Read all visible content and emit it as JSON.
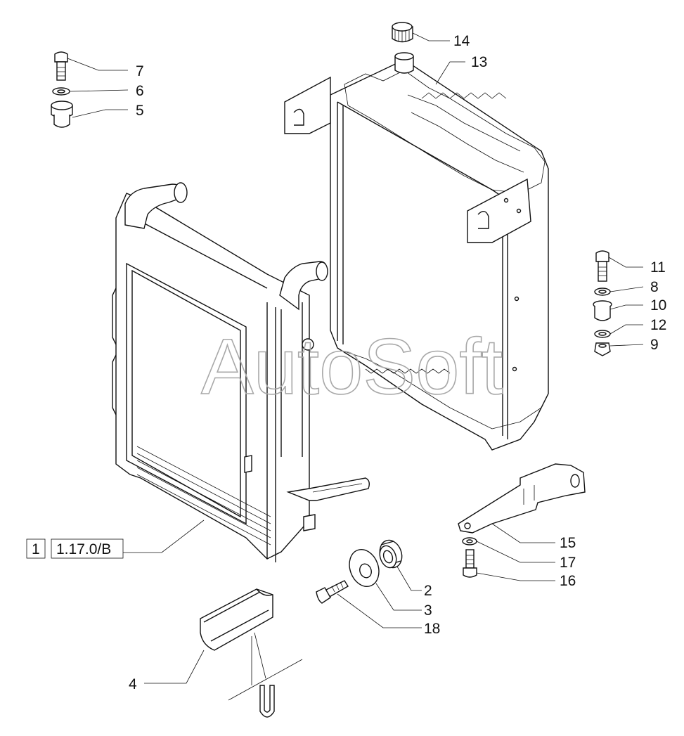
{
  "diagram": {
    "watermark": "AutoSoft",
    "callouts": {
      "c2": "2",
      "c3": "3",
      "c4": "4",
      "c5": "5",
      "c6": "6",
      "c7": "7",
      "c8": "8",
      "c9": "9",
      "c10": "10",
      "c11": "11",
      "c12": "12",
      "c13": "13",
      "c14": "14",
      "c15": "15",
      "c16": "16",
      "c17": "17",
      "c18": "18"
    },
    "reference": {
      "index": "1",
      "code": "1.17.0/B"
    }
  }
}
